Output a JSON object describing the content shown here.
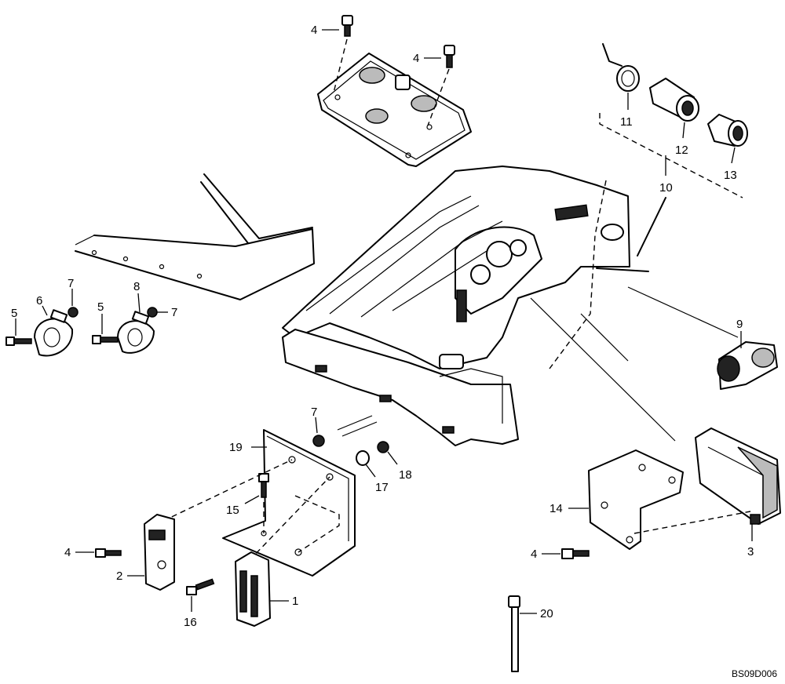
{
  "diagram": {
    "reference_code": "BS09D006",
    "callouts": [
      {
        "id": "c4a",
        "label": "4"
      },
      {
        "id": "c4b",
        "label": "4"
      },
      {
        "id": "c11",
        "label": "11"
      },
      {
        "id": "c12",
        "label": "12"
      },
      {
        "id": "c13",
        "label": "13"
      },
      {
        "id": "c10",
        "label": "10"
      },
      {
        "id": "c7a",
        "label": "7"
      },
      {
        "id": "c6",
        "label": "6"
      },
      {
        "id": "c5a",
        "label": "5"
      },
      {
        "id": "c5b",
        "label": "5"
      },
      {
        "id": "c8",
        "label": "8"
      },
      {
        "id": "c7b",
        "label": "7"
      },
      {
        "id": "c9",
        "label": "9"
      },
      {
        "id": "c7c",
        "label": "7"
      },
      {
        "id": "c19",
        "label": "19"
      },
      {
        "id": "c18",
        "label": "18"
      },
      {
        "id": "c17",
        "label": "17"
      },
      {
        "id": "c15",
        "label": "15"
      },
      {
        "id": "c4c",
        "label": "4"
      },
      {
        "id": "c2",
        "label": "2"
      },
      {
        "id": "c1",
        "label": "1"
      },
      {
        "id": "c16",
        "label": "16"
      },
      {
        "id": "c14",
        "label": "14"
      },
      {
        "id": "c4d",
        "label": "4"
      },
      {
        "id": "c3",
        "label": "3"
      },
      {
        "id": "c20",
        "label": "20"
      }
    ]
  }
}
